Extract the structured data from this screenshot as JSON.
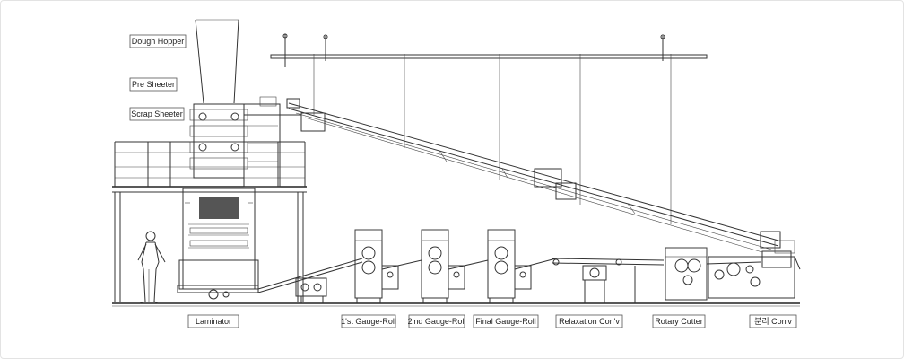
{
  "labels": {
    "dough_hopper": "Dough Hopper",
    "pre_sheeter": "Pre Sheeter",
    "scrap_sheeter": "Scrap Sheeter",
    "laminator": "Laminator",
    "gauge_roll_1": "1'st Gauge-Roll",
    "gauge_roll_2": "2'nd Gauge-Roll",
    "final_gauge_roll": "Final Gauge-Roll",
    "relaxation_conv": "Relaxation Con'v",
    "rotary_cutter": "Rotary Cutter",
    "separation_conv": "분리 Con'v"
  }
}
